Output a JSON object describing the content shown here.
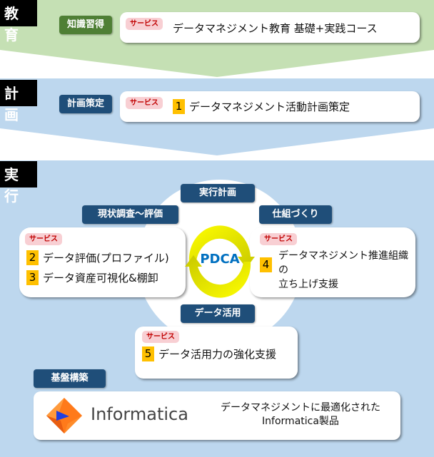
{
  "colors": {
    "education_band": "#c5e0b4",
    "planning_band": "#bdd7ee",
    "execution_band": "#bdd7ee",
    "category_green": "#4f7f35",
    "category_navy": "#1f4e79",
    "service_badge_bg": "#f8cfd3",
    "service_badge_text": "#c00000",
    "number_badge": "#ffc000",
    "pdca_text": "#0070c0",
    "pdca_arrow": "#ffff00"
  },
  "education": {
    "phase_label": "教育",
    "category": "知識習得",
    "service_badge": "サービス",
    "text": "データマネジメント教育 基礎+実践コース"
  },
  "planning": {
    "phase_label": "計画",
    "category": "計画策定",
    "service_badge": "サービス",
    "number": "1",
    "text": "データマネジメント活動計画策定"
  },
  "execution": {
    "phase_label": "実行",
    "cycle_center": "PDCA",
    "stages": {
      "top": "実行計画",
      "left": "現状調査～評価",
      "right": "仕組づくり",
      "bottom": "データ活用"
    },
    "left_card": {
      "service_badge": "サービス",
      "items": [
        {
          "number": "2",
          "text": "データ評価(プロファイル)"
        },
        {
          "number": "3",
          "text": "データ資産可視化&棚卸"
        }
      ]
    },
    "right_card": {
      "service_badge": "サービス",
      "number": "4",
      "text_line1": "データマネジメント推進組織の",
      "text_line2": "立ち上げ支援"
    },
    "bottom_card": {
      "service_badge": "サービス",
      "number": "5",
      "text": "データ活用力の強化支援"
    }
  },
  "foundation": {
    "category": "基盤構築",
    "logo_text": "Informatica",
    "description_line1": "データマネジメントに最適化された",
    "description_line2": "Informatica製品"
  }
}
